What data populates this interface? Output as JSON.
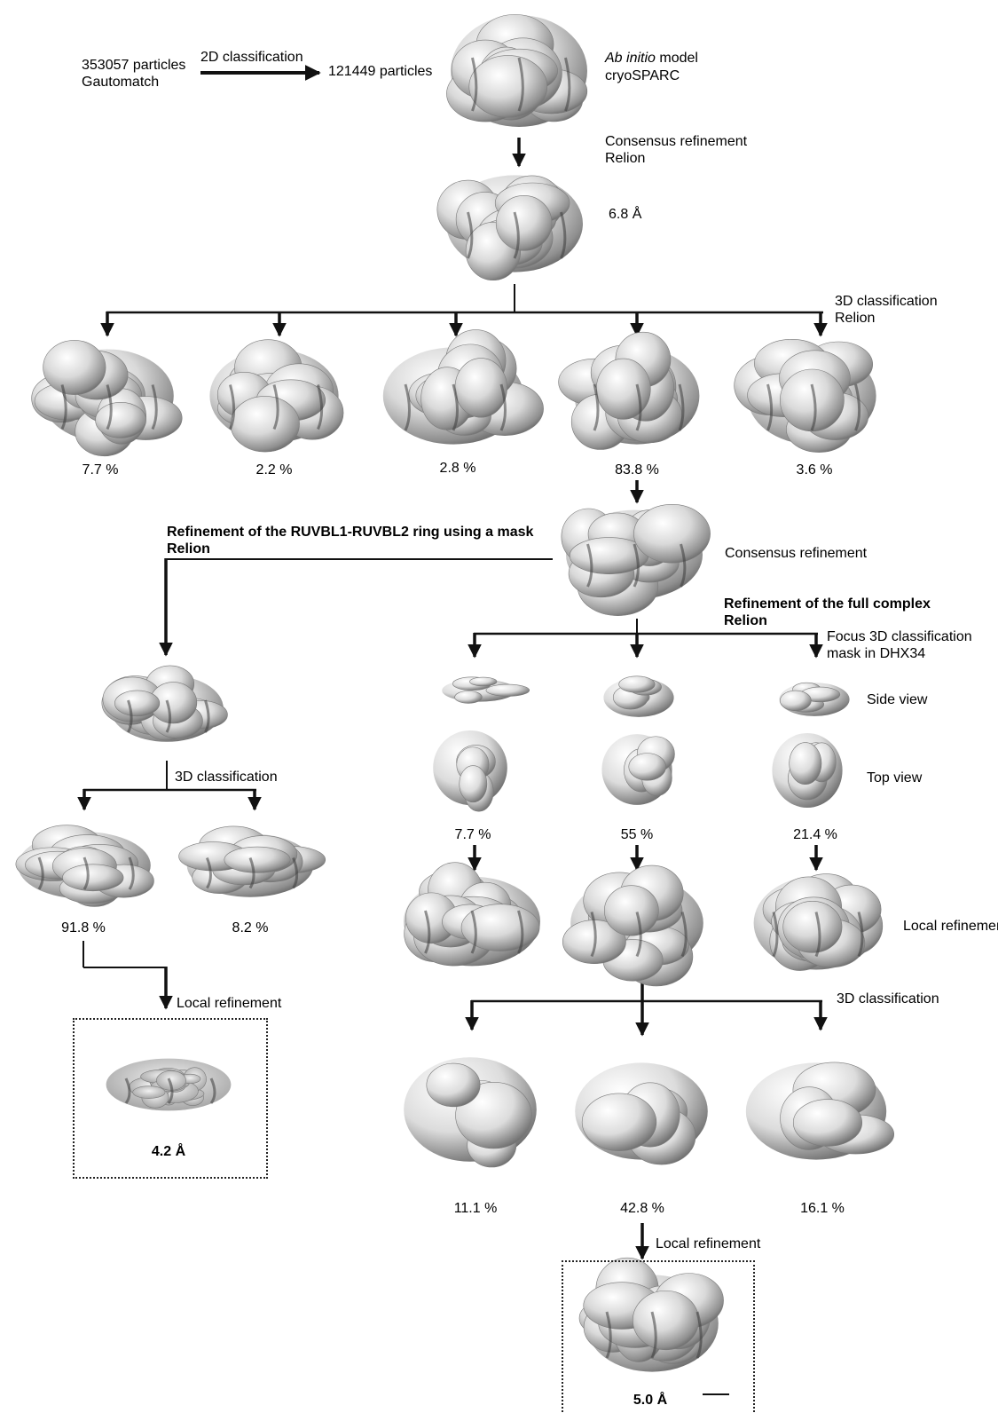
{
  "start": {
    "particles": "353057 particles",
    "picker": "Gautomatch"
  },
  "step_2d": {
    "label": "2D classification",
    "result": "121449 particles"
  },
  "ab_initio": {
    "label_italic": "Ab initio",
    "label_rest": " model",
    "software": "cryoSPARC"
  },
  "consensus1": {
    "label": "Consensus refinement",
    "software": "Relion",
    "resolution": "6.8 Å"
  },
  "class3d": {
    "label": "3D classification",
    "software": "Relion",
    "percents": [
      "7.7 %",
      "2.2 %",
      "2.8 %",
      "83.8 %",
      "3.6 %"
    ]
  },
  "consensus2": {
    "label": "Consensus refinement"
  },
  "ring_branch": {
    "title": "Refinement of the RUVBL1-RUVBL2 ring using a mask",
    "software": "Relion",
    "class_label": "3D classification",
    "percents": [
      "91.8 %",
      "8.2 %"
    ],
    "local_label": "Local refinement",
    "resolution": "4.2 Å"
  },
  "full_branch": {
    "title": "Refinement of the full complex",
    "software": "Relion",
    "focus_label_1": "Focus 3D classification",
    "focus_label_2": "mask in DHX34",
    "side_view": "Side view",
    "top_view": "Top view",
    "percents": [
      "7.7 %",
      "55 %",
      "21.4 %"
    ],
    "local_label": "Local refinement",
    "class_label": "3D classification",
    "percents2": [
      "11.1 %",
      "42.8 %",
      "16.1 %"
    ],
    "final_local_label": "Local refinement",
    "resolution": "5.0 Å"
  }
}
